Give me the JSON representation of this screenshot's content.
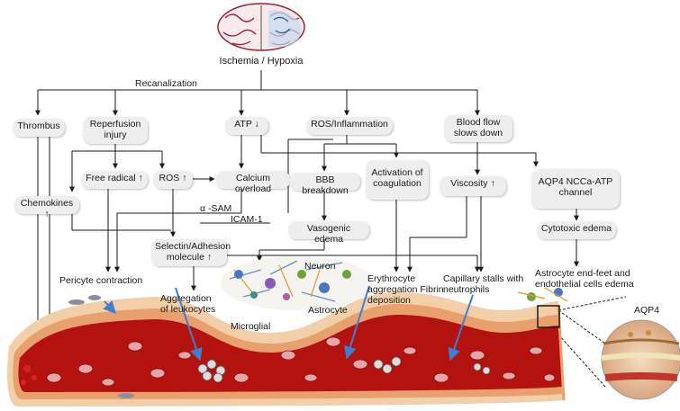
{
  "title": "Ischemia / Hypoxia",
  "labels": {
    "recanalization": "Recanalization",
    "thrombus": "Thrombus",
    "reperfusion": "Reperfusion injury",
    "atp": "ATP ↓",
    "ros_inflammation": "ROS/Inflammation",
    "blood_flow": "Blood flow slows down",
    "free_radical": "Free radical ↑",
    "ros": "ROS ↑",
    "calcium": "Calcium overload",
    "bbb": "BBB breakdown",
    "coagulation": "Activation of coagulation",
    "viscosity": "Viscosity ↑",
    "aqp4_channel": "AQP4 NCCa-ATP channel",
    "chemokines": "Chemokines ↑",
    "alpha_sam": "α -SAM",
    "icam": "ICAM-1",
    "vasogenic": "Vasogenic edema",
    "cytotoxic": "Cytotoxic edema",
    "selectin": "Selectin/Adhesion molecule ↑",
    "neuron": "Neuron",
    "astrocyte": "Astrocyte",
    "microglial": "Microglial",
    "pericyte": "Pericyte contraction",
    "aggregation": "Aggregation of leukocytes",
    "erythrocyte": "Erythrocyte aggregation Fibrin deposition",
    "capillary": "Capillary stalls with neutrophils",
    "endfeet": "Astrocyte end-feet and endothelial cells edema",
    "aqp4": "AQP4"
  },
  "colors": {
    "vessel_outer": "#f2cfa8",
    "vessel_wall": "#e9a06f",
    "blood": "#b3120f",
    "box_fill": "#eeeeee",
    "arrow": "#1a1a1a",
    "pointer": "#3f7fd1"
  }
}
